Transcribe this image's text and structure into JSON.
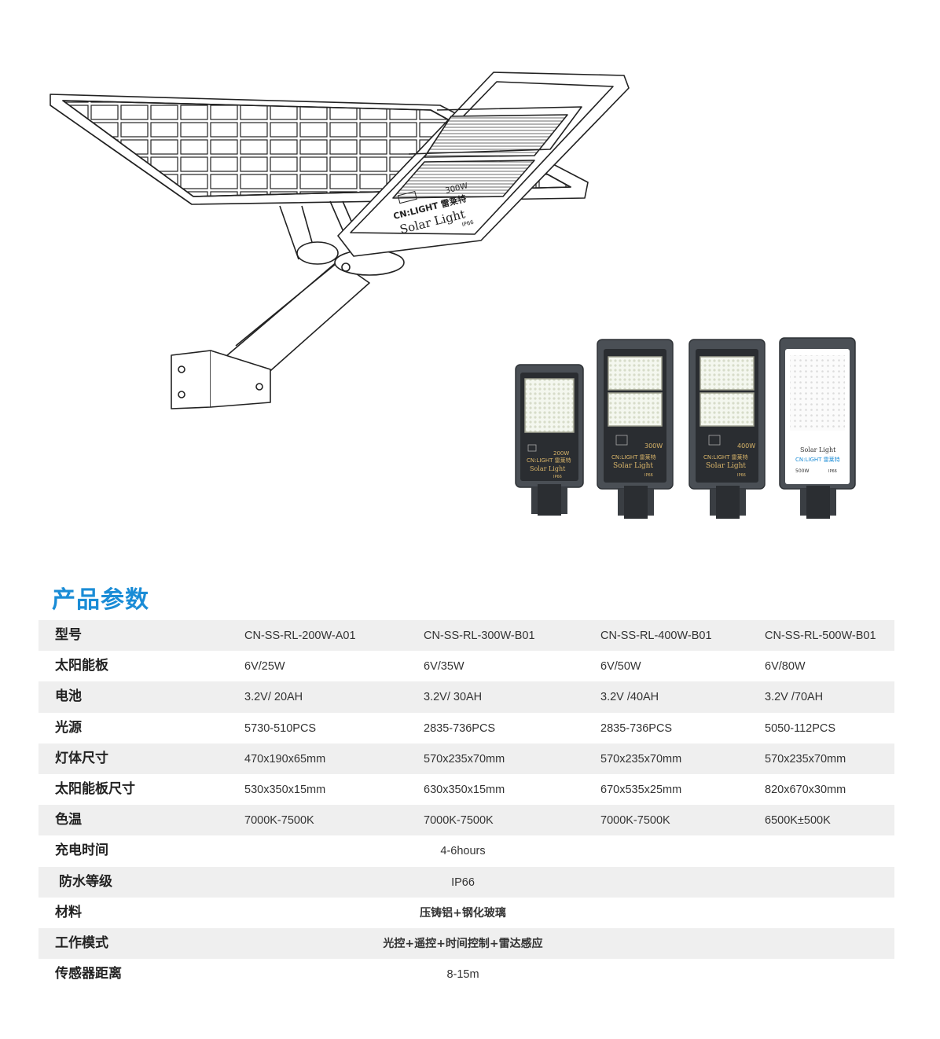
{
  "colors": {
    "title": "#1a8cd6",
    "row_shade": "#efefef"
  },
  "illustration": {
    "panel_label": {
      "wattage": "300W",
      "brand": "CN:LIGHT 雷莱特",
      "product": "Solar  Light",
      "rating": "IP66"
    }
  },
  "lamps": [
    {
      "wattage": "200W",
      "brand": "CN:LIGHT 雷莱特",
      "product": "Solar  Light",
      "rating": "IP66"
    },
    {
      "wattage": "300W",
      "brand": "CN:LIGHT 雷莱特",
      "product": "Solar  Light",
      "rating": "IP66"
    },
    {
      "wattage": "400W",
      "brand": "CN:LIGHT 雷莱特",
      "product": "Solar  Light",
      "rating": "IP66"
    },
    {
      "wattage": "500W",
      "brand": "CN:LIGHT 雷莱特",
      "product": "Solar  Light",
      "rating": "IP66"
    }
  ],
  "section_title": "产品参数",
  "specs": {
    "rows": [
      {
        "label": "型号",
        "values": [
          "CN-SS-RL-200W-A01",
          "CN-SS-RL-300W-B01",
          "CN-SS-RL-400W-B01",
          "CN-SS-RL-500W-B01"
        ]
      },
      {
        "label": "太阳能板",
        "values": [
          "6V/25W",
          "6V/35W",
          "6V/50W",
          "6V/80W"
        ]
      },
      {
        "label": "电池",
        "values": [
          "3.2V/ 20AH",
          "3.2V/ 30AH",
          "3.2V /40AH",
          "3.2V /70AH"
        ]
      },
      {
        "label": "光源",
        "values": [
          "5730-510PCS",
          "2835-736PCS",
          "2835-736PCS",
          "5050-112PCS"
        ]
      },
      {
        "label": "灯体尺寸",
        "values": [
          "470x190x65mm",
          "570x235x70mm",
          "570x235x70mm",
          "570x235x70mm"
        ]
      },
      {
        "label": "太阳能板尺寸",
        "values": [
          "530x350x15mm",
          "630x350x15mm",
          "670x535x25mm",
          "820x670x30mm"
        ]
      },
      {
        "label": "色温",
        "values": [
          "7000K-7500K",
          "7000K-7500K",
          "7000K-7500K",
          "6500K±500K"
        ]
      }
    ],
    "shared_rows": [
      {
        "label": "充电时间",
        "value": "4-6hours"
      },
      {
        "label": "防水等级",
        "value": "IP66"
      },
      {
        "label": "材料",
        "value": "压铸铝+钢化玻璃"
      },
      {
        "label": "工作模式",
        "value": "光控+遥控+时间控制+雷达感应"
      },
      {
        "label": "传感器距离",
        "value": "8-15m"
      }
    ]
  }
}
